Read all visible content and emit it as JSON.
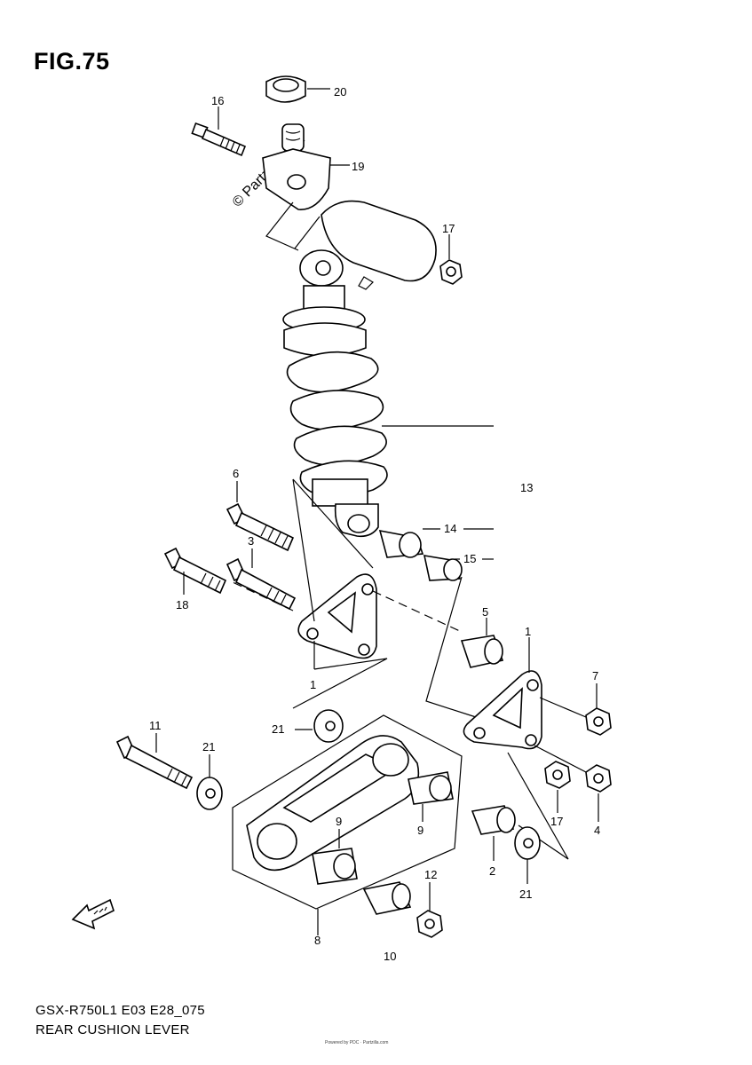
{
  "figure": {
    "title": "FIG.75",
    "model_code": "GSX-R750L1 E03 E28_075",
    "name": "REAR CUSHION LEVER",
    "watermark": "© Partzilla.com",
    "fine_print": "Powered by PDC · Partzilla.com"
  },
  "callouts": {
    "c1a": "1",
    "c1b": "1",
    "c2": "2",
    "c3": "3",
    "c4": "4",
    "c5": "5",
    "c6": "6",
    "c7": "7",
    "c8": "8",
    "c9a": "9",
    "c9b": "9",
    "c10": "10",
    "c11": "11",
    "c12": "12",
    "c13": "13",
    "c14": "14",
    "c15": "15",
    "c16": "16",
    "c17a": "17",
    "c17b": "17",
    "c18": "18",
    "c19": "19",
    "c20": "20",
    "c21a": "21",
    "c21b": "21",
    "c21c": "21"
  },
  "icons": {
    "front_arrow": "front-direction-arrow-icon"
  },
  "colors": {
    "ink": "#000000",
    "paper": "#ffffff"
  }
}
